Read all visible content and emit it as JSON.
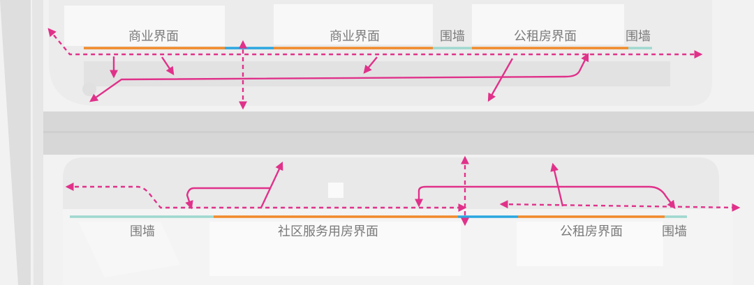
{
  "labels": {
    "top": {
      "commercial_left": "商业界面",
      "commercial_center": "商业界面",
      "wall_mid": "围墙",
      "public_rental": "公租房界面",
      "wall_right": "围墙"
    },
    "bottom": {
      "wall_left": "围墙",
      "community_service": "社区服务用房界面",
      "public_rental": "公租房界面",
      "wall_right": "围墙"
    }
  },
  "colors": {
    "orange_frontage": "#f08a2a",
    "blue_frontage": "#2aa6e0",
    "teal_wall": "#9fd8cf",
    "magenta_flow": "#e0318a",
    "road": "#d6d6d6",
    "block": "#e8e8e8"
  }
}
